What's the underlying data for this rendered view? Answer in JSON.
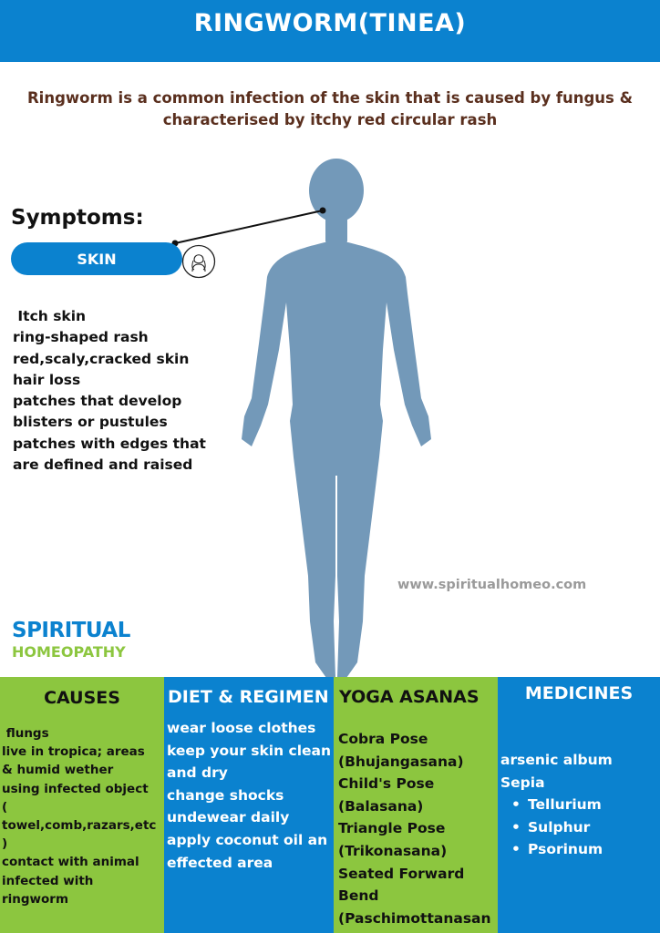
{
  "header": {
    "title": "RINGWORM(TINEA)"
  },
  "intro": {
    "text": "Ringworm is a common infection of the skin that is caused by fungus & characterised by itchy red circular rash"
  },
  "symptoms": {
    "title": "Symptoms:",
    "pill_label": "SKIN",
    "items": [
      " Itch skin",
      "ring-shaped rash",
      "red,scaly,cracked skin",
      "hair loss",
      "patches that develop",
      "blisters or pustules",
      "patches with edges that",
      "are defined and raised"
    ]
  },
  "watermark": "www.spiritualhomeo.com",
  "brand": {
    "line1": "SPIRITUAL",
    "line2": "HOMEOPATHY"
  },
  "columns": {
    "causes": {
      "title": "CAUSES",
      "items": [
        " flungs",
        "live in tropica; areas",
        "& humid wether",
        "using infected object",
        "(",
        "towel,comb,razars,etc",
        ")",
        "contact with animal",
        "infected with",
        "ringworm"
      ]
    },
    "diet": {
      "title": "DIET & REGIMEN",
      "items": [
        "wear loose clothes",
        "keep your skin clean",
        "and dry",
        "change shocks",
        "undewear daily",
        "apply coconut oil an",
        "effected area"
      ]
    },
    "yoga": {
      "title": "YOGA ASANAS",
      "items": [
        "Cobra Pose",
        "(Bhujangasana)",
        "Child's Pose",
        "(Balasana)",
        "Triangle Pose",
        "(Trikonasana)",
        "Seated Forward",
        "Bend",
        "(Paschimottanasan"
      ]
    },
    "medicines": {
      "title": "MEDICINES",
      "items": [
        "arsenic album",
        "Sepia"
      ],
      "bullets": [
        "Tellurium",
        "Sulphur",
        "Psorinum"
      ]
    }
  },
  "colors": {
    "blue": "#0b82cf",
    "green": "#8cc63f",
    "figure": "#7399b9",
    "intro": "#5a2f1e"
  },
  "icons": {
    "avatar": "person-head-icon",
    "figure": "human-body-illustration"
  }
}
